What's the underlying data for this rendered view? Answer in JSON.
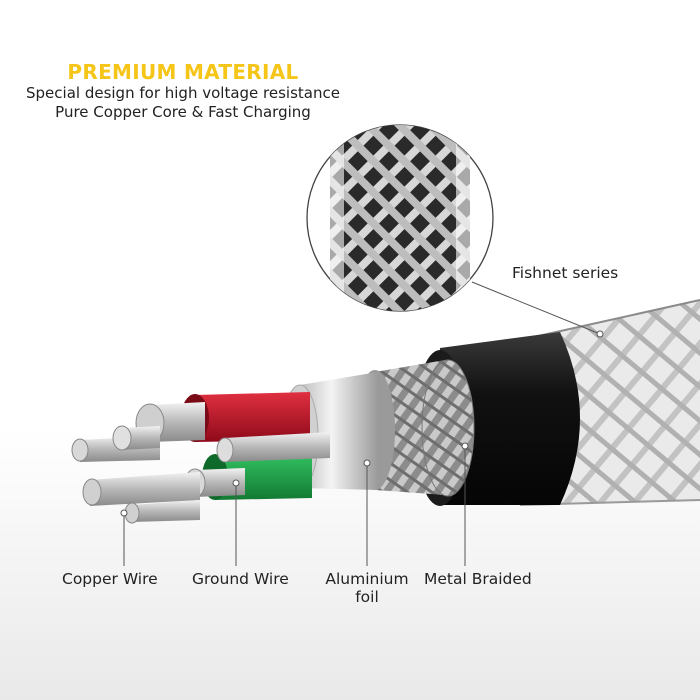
{
  "header": {
    "title": "PREMIUM MATERIAL",
    "line1": "Special design for high voltage resistance",
    "line2": "Pure Copper Core & Fast Charging"
  },
  "callouts": {
    "fishnet": "Fishnet series",
    "copper": "Copper Wire",
    "ground": "Ground Wire",
    "aluminium_line1": "Aluminium",
    "aluminium_line2": "foil",
    "braided": "Metal Braided"
  },
  "colors": {
    "title": "#f5c518",
    "red_wire": "#c8102e",
    "green_wire": "#1fa84a",
    "jacket": "#141414"
  }
}
